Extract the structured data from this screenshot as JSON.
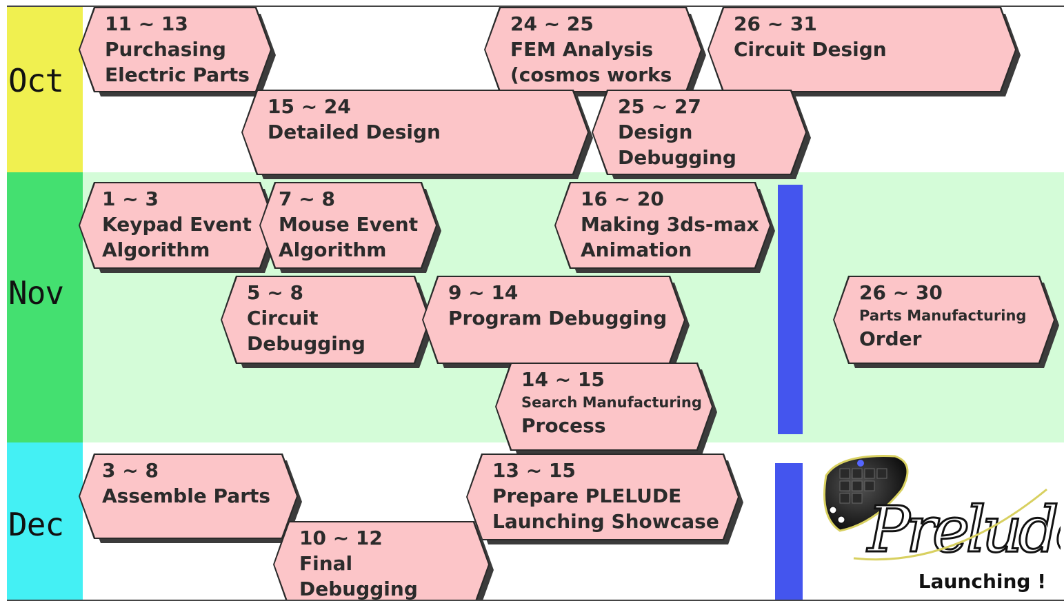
{
  "months": [
    {
      "id": "oct",
      "label": "Oct",
      "strip_color": "#f0f050",
      "band_color": "#ffffff"
    },
    {
      "id": "nov",
      "label": "Nov",
      "strip_color": "#44e070",
      "band_color": "#d4fcd8"
    },
    {
      "id": "dec",
      "label": "Dec",
      "strip_color": "#44f0f4",
      "band_color": "#ffffff"
    }
  ],
  "tasks": [
    {
      "id": "purchasing",
      "lines": [
        "11 ~ 13",
        "Purchasing",
        "Electric Parts"
      ]
    },
    {
      "id": "fem",
      "lines": [
        "24 ~ 25",
        "FEM Analysis",
        "(cosmos works"
      ]
    },
    {
      "id": "circuit-design",
      "lines": [
        "26 ~ 31",
        "Circuit Design"
      ]
    },
    {
      "id": "detailed-design",
      "lines": [
        "15 ~ 24",
        "Detailed Design"
      ]
    },
    {
      "id": "design-debugging",
      "lines": [
        "25 ~ 27",
        "Design",
        "Debugging"
      ]
    },
    {
      "id": "keypad",
      "lines": [
        "1 ~ 3",
        "Keypad Event",
        "Algorithm"
      ]
    },
    {
      "id": "mouse",
      "lines": [
        "7 ~ 8",
        "Mouse Event",
        "Algorithm"
      ]
    },
    {
      "id": "animation",
      "lines": [
        "16 ~ 20",
        "Making 3ds-max",
        "Animation"
      ]
    },
    {
      "id": "circuit-debugging",
      "lines": [
        "5 ~ 8",
        "Circuit",
        "Debugging"
      ]
    },
    {
      "id": "program-debugging",
      "lines": [
        "9 ~ 14",
        "Program Debugging"
      ]
    },
    {
      "id": "parts-order",
      "lines": [
        "26 ~ 30",
        "Parts Manufacturing",
        "Order"
      ]
    },
    {
      "id": "search-process",
      "lines": [
        "14 ~ 15",
        "Search Manufacturing",
        "Process"
      ]
    },
    {
      "id": "assemble",
      "lines": [
        "3 ~ 8",
        "Assemble Parts"
      ]
    },
    {
      "id": "prepare",
      "lines": [
        "13 ~ 15",
        "Prepare PLELUDE",
        "Launching Showcase"
      ]
    },
    {
      "id": "final-debugging",
      "lines": [
        "10 ~ 12",
        "Final",
        "Debugging"
      ]
    }
  ],
  "task_fill_color": "#fcc5c8",
  "milestone_bar_color": "#4455ee",
  "logo": {
    "wordmark": "Prelude",
    "caption": "Launching !"
  }
}
